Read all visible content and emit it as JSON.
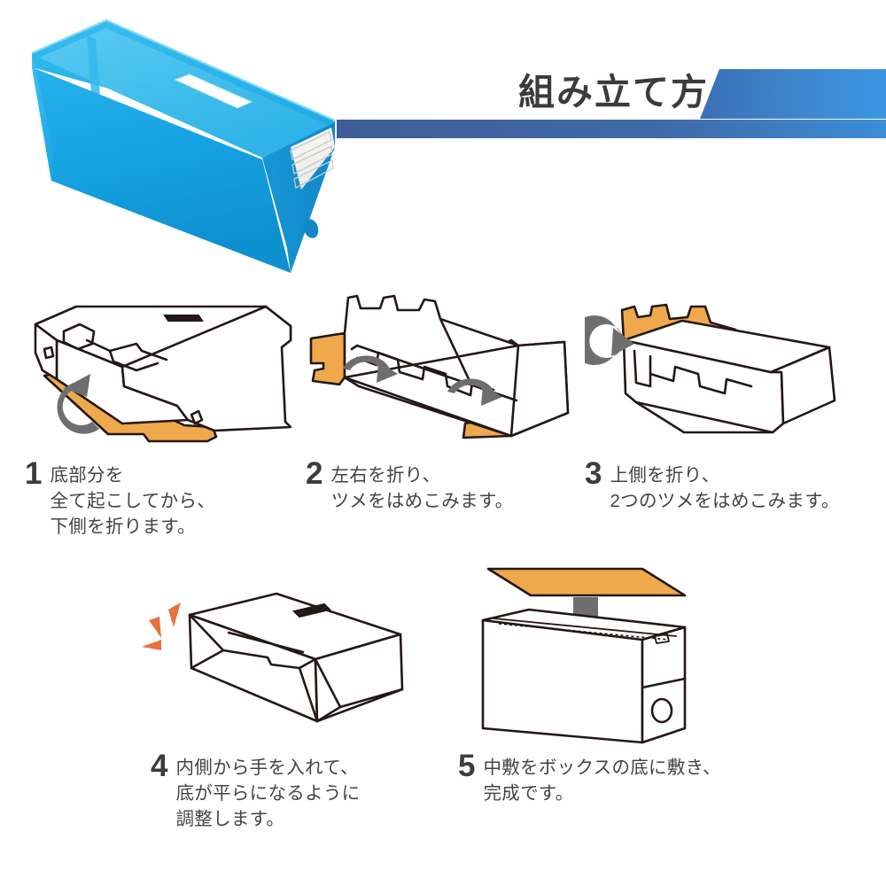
{
  "header": {
    "title": "組み立て方",
    "banner_color_dark": "#3f5d98",
    "banner_color_light": "#3d8edd",
    "title_color": "#3b3b3b"
  },
  "product": {
    "name": "blue-storage-box-photo",
    "body_color": "#1ea3e0",
    "body_color_light": "#46c0ee",
    "body_color_dark": "#0f86c4",
    "label_color": "#f4f4f2",
    "handle_color": "#ffffff"
  },
  "palette": {
    "orange": "#efa84c",
    "outline": "#231815",
    "arrow_gray": "#6e6e6e",
    "text_gray": "#434343",
    "number_gray": "#3c3c3c"
  },
  "steps": [
    {
      "number": "1",
      "figure": "box-flat-bottom-flap",
      "lines": [
        "底部分を",
        "全て起こしてから、",
        "下側を折ります。"
      ]
    },
    {
      "number": "2",
      "figure": "box-side-flaps-fold",
      "lines": [
        "左右を折り、",
        "ツメをはめこみます。"
      ]
    },
    {
      "number": "3",
      "figure": "box-top-panel-fold",
      "lines": [
        "上側を折り、",
        "2つのツメをはめこみます。"
      ]
    },
    {
      "number": "4",
      "figure": "box-assembled-flatten",
      "lines": [
        "内側から手を入れて、",
        "底が平らになるように",
        "調整します。"
      ]
    },
    {
      "number": "5",
      "figure": "box-insert-liner",
      "lines": [
        "中敷をボックスの底に敷き、",
        "完成です。"
      ]
    }
  ]
}
